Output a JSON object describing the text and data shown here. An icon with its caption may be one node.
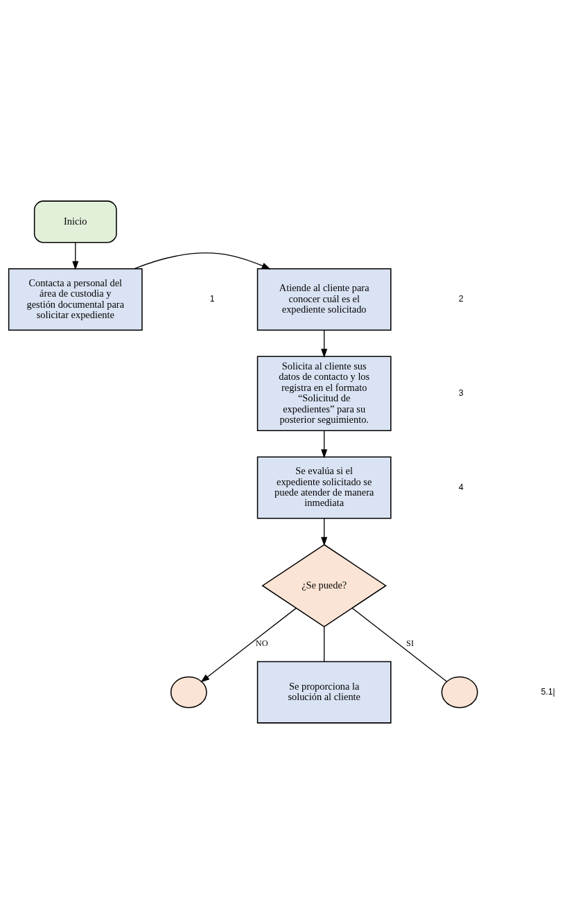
{
  "diagram": {
    "nodes": [
      {
        "text": [
          "Inicio"
        ]
      },
      {
        "text": [
          "Contacta a personal del área de custodia y gestión documental para solicitar expediente"
        ]
      },
      {
        "text": [
          "Atiende al cliente para conocer cuál es el expediente solicitado"
        ]
      },
      {
        "text": [
          "Solicita al cliente sus datos de contacto y los registra en el formato “Solicitud de expedientes” para su posterior seguimiento."
        ]
      },
      {
        "text": [
          "Se evalúa si el expediente solicitado se puede atender de manera inmediata"
        ]
      },
      {
        "text": [
          "¿Se puede?"
        ]
      },
      {
        "text": [
          "Se proporciona la solución al cliente"
        ]
      },
      {
        "text": [],
        "shape": "circle"
      },
      {
        "text": [],
        "shape": "circle"
      }
    ],
    "edges": [
      {
        "from": 0,
        "to": 1,
        "arrow": "to"
      },
      {
        "from": 1,
        "to": 2,
        "arrow": "to"
      },
      {
        "from": 2,
        "to": 3,
        "arrow": "to"
      },
      {
        "from": 3,
        "to": 4,
        "arrow": "to"
      },
      {
        "from": 4,
        "to": 5,
        "arrow": "to"
      },
      {
        "from": 5,
        "to": 7,
        "arrow": "to",
        "label": "NO"
      },
      {
        "from": 5,
        "to": 6,
        "arrow": "none"
      },
      {
        "from": 5,
        "to": 8,
        "arrow": "none",
        "label": "SI"
      }
    ],
    "labels": [
      "1",
      "2",
      "3",
      "4",
      "5.1|"
    ]
  }
}
